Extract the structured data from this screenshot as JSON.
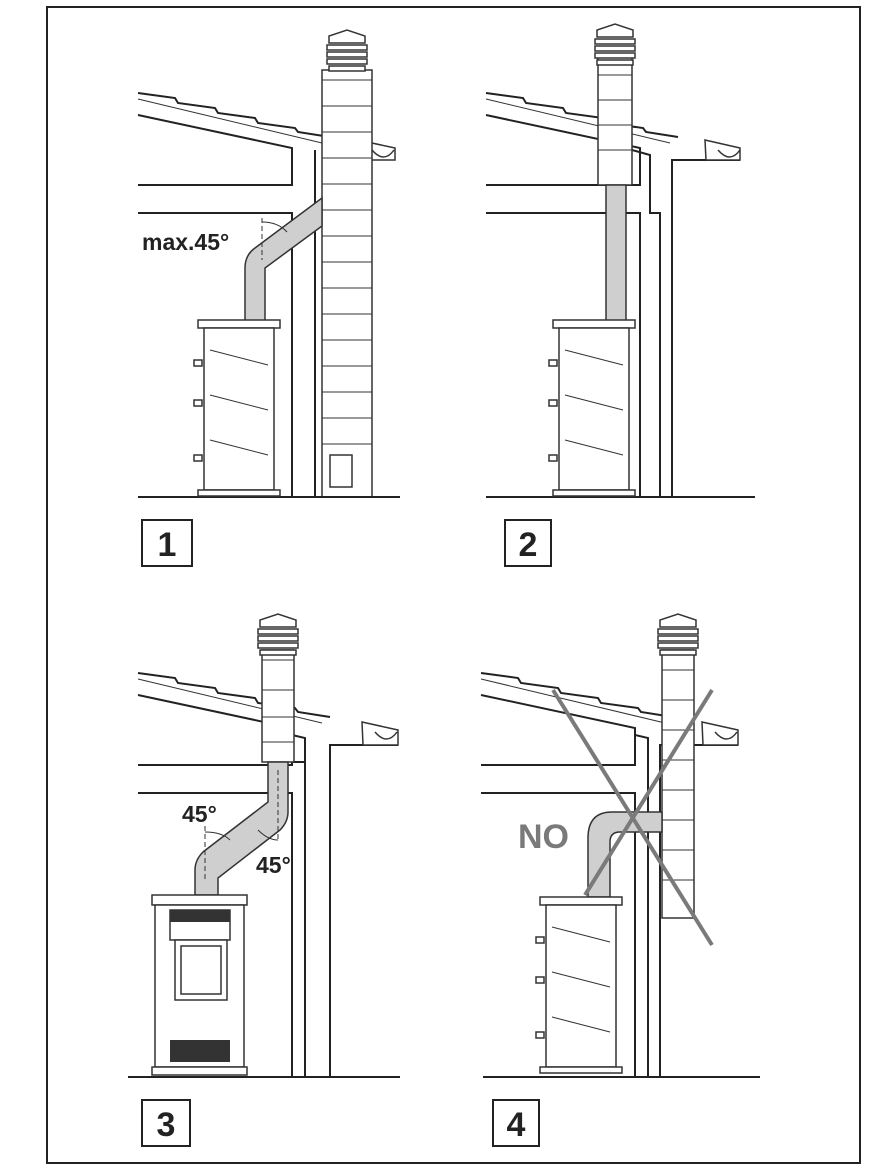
{
  "panels": [
    {
      "number": "1",
      "annotation": "max.45°"
    },
    {
      "number": "2"
    },
    {
      "number": "3",
      "annotation_top": "45°",
      "annotation_bottom": "45°"
    },
    {
      "number": "4",
      "annotation": "NO"
    }
  ],
  "colors": {
    "line": "#222222",
    "pipe": "#cfcfcf",
    "cross": "#7a7a7a"
  }
}
